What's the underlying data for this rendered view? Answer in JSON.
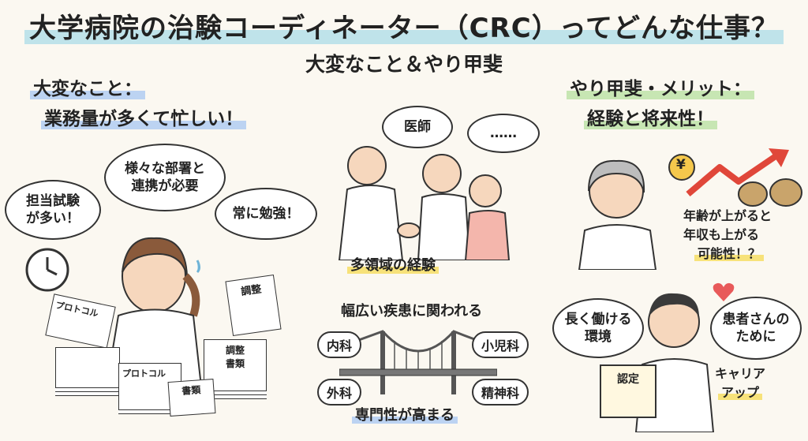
{
  "header": {
    "title": "大学病院の治験コーディネーター（CRC）ってどんな仕事？",
    "subtitle": "大変なこと＆やり甲斐"
  },
  "left": {
    "heading_1": "大変なこと：",
    "heading_2": "業務量が多くて忙しい！",
    "bubble_trials": "担当試験が多い！",
    "bubble_departments_1": "様々な部署と",
    "bubble_departments_2": "連携が必要",
    "bubble_study": "常に勉強！",
    "paper_protocol": "プロトコル",
    "paper_adjust": "調整",
    "paper_adjust2": "調整",
    "paper_docs": "書類"
  },
  "center": {
    "bubble_doctor": "医師",
    "bubble_dots": "……",
    "label_experience": "多領域の経験",
    "label_diseases": "幅広い疾患に関われる",
    "dept_internal": "内科",
    "dept_pediatrics": "小児科",
    "dept_surgery": "外科",
    "dept_psychiatry": "精神科",
    "label_expertise": "専門性が高まる"
  },
  "right": {
    "heading_1": "やり甲斐・メリット：",
    "heading_2": "経験と将来性！",
    "yen_symbol": "¥",
    "income_1": "年齢が上がると",
    "income_2": "年収も上がる",
    "income_3": "可能性！？",
    "bubble_work_1": "長く働ける",
    "bubble_work_2": "環境",
    "bubble_patients_1": "患者さんの",
    "bubble_patients_2": "ために",
    "certificate": "認定",
    "career_1": "キャリア",
    "career_2": "アップ"
  },
  "colors": {
    "background": "#fbf8f1",
    "title_highlight": "#bfe3ea",
    "blue_highlight": "#bcd3f2",
    "green_highlight": "#c7e6b3",
    "yellow_highlight": "#f7e27a",
    "arrow_red": "#e0473a",
    "heart": "#e85a5a"
  },
  "icons": [
    "clock-icon",
    "yen-coin-icon",
    "money-bag-icon",
    "up-arrow-icon",
    "heart-icon",
    "handshake-icon",
    "bridge-icon",
    "certificate-icon"
  ]
}
